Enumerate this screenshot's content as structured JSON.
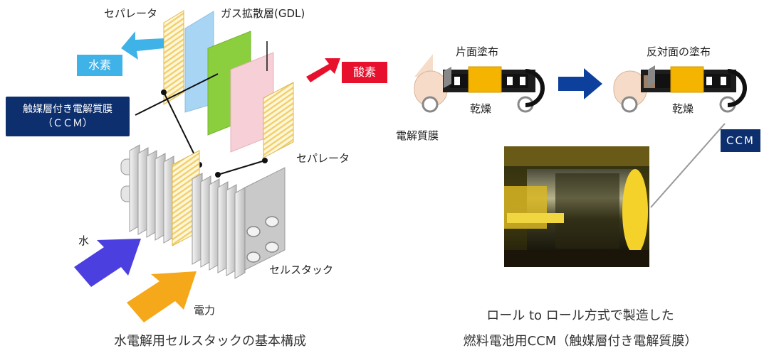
{
  "left": {
    "separator_top": "セパレータ",
    "gdl": "ガス拡散層(GDL)",
    "hydrogen": "水素",
    "oxygen": "酸素",
    "ccm_line1": "触媒層付き電解質膜",
    "ccm_line2": "（ＣＣＭ）",
    "separator_right": "セパレータ",
    "cell_stack": "セルスタック",
    "water": "水",
    "power": "電力",
    "caption": "水電解用セルスタックの基本構成"
  },
  "right": {
    "one_side": "片面塗布",
    "other_side": "反対面の塗布",
    "dry1": "乾燥",
    "dry2": "乾燥",
    "membrane": "電解質膜",
    "ccm_badge": "CCM",
    "caption_line1": "ロール to ロール方式で製造した",
    "caption_line2": "燃料電池用CCM（触媒層付き電解質膜）"
  },
  "colors": {
    "hydrogen": "#3fb2e8",
    "oxygen": "#e8112d",
    "navy": "#0d2f6e",
    "water_arrow": "#4b3fe0",
    "power_arrow": "#f5a81a",
    "gdl": "#a9d5f5",
    "catalyst": "#8bcf3f",
    "membrane_pink": "#f7cfd6",
    "separator": "#f1cf6d"
  },
  "icons": [
    "hydrogen-arrow-icon",
    "oxygen-arrow-icon",
    "water-arrow-icon",
    "power-arrow-icon",
    "process-arrow-icon"
  ]
}
